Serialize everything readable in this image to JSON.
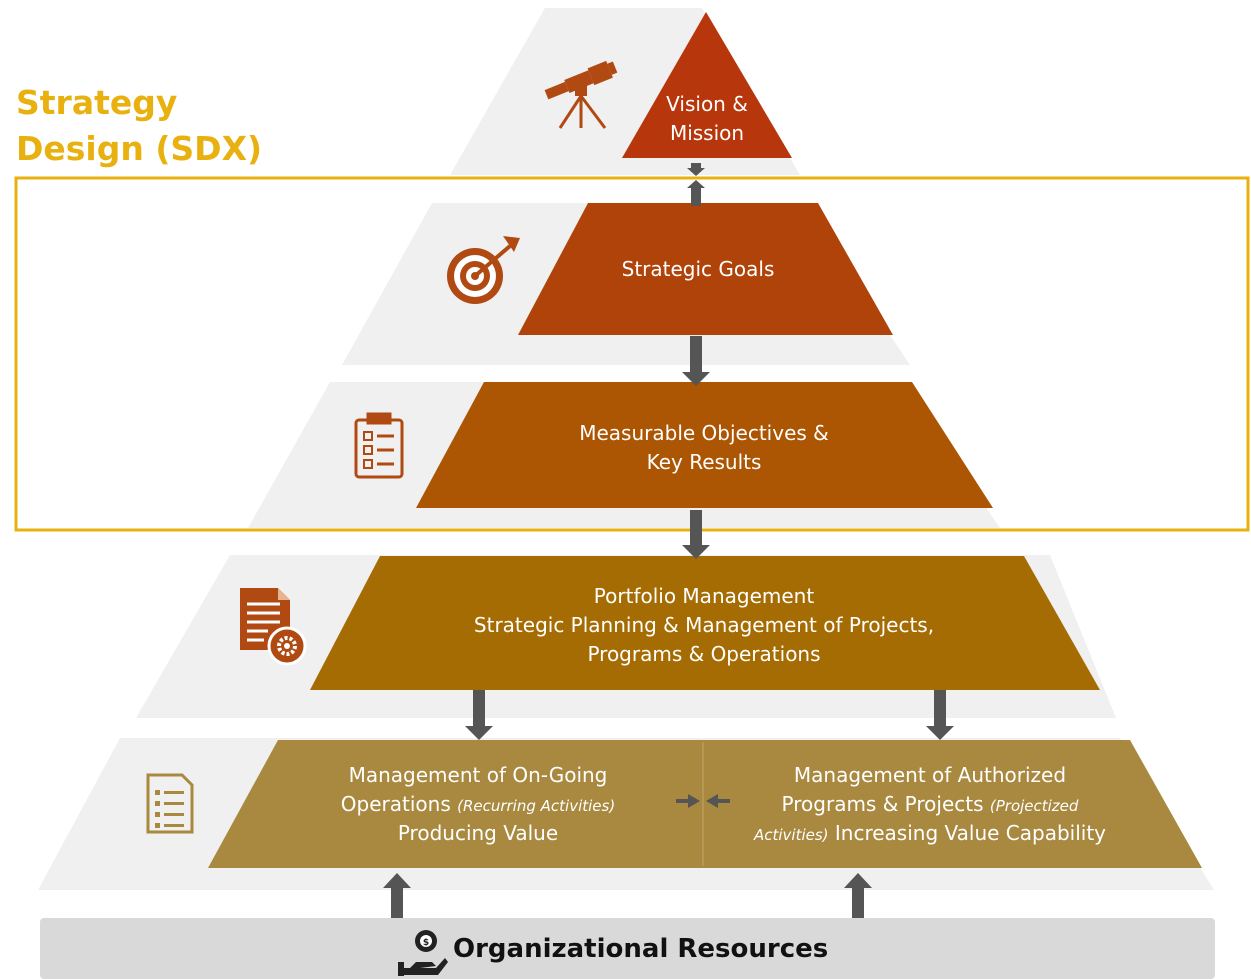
{
  "colors": {
    "sdx_accent": "#e8b10f",
    "tier1": "#b8360b",
    "tier2": "#b0430a",
    "tier3": "#ac5502",
    "tier4": "#a66c04",
    "tier5": "#a98940",
    "icon": "#b04a12",
    "arrow": "#555555",
    "background_pyramid": "#f0f0f0",
    "footer_bar": "#d9d9d9"
  },
  "sdx_label": {
    "line1": "Strategy",
    "line2": "Design (SDX)"
  },
  "tiers": {
    "vision": {
      "line1": "Vision &",
      "line2": "Mission",
      "icon": "telescope-icon"
    },
    "goals": {
      "line1": "Strategic Goals",
      "icon": "target-icon"
    },
    "objectives": {
      "line1": "Measurable Objectives &",
      "line2": "Key Results",
      "icon": "clipboard-checklist-icon"
    },
    "portfolio": {
      "line1": "Portfolio Management",
      "line2": "Strategic Planning & Management of Projects,",
      "line3": "Programs & Operations",
      "icon": "document-gear-icon"
    },
    "operations": {
      "left": {
        "line1": "Management of On-Going",
        "line2_main": "Operations ",
        "line2_italic": "(Recurring Activities)",
        "line3": "Producing Value"
      },
      "right": {
        "line1": "Management of Authorized",
        "line2_main": "Programs & Projects ",
        "line2_italic": "(Projectized",
        "line3_italic": "Activities)",
        "line3_main": " Increasing Value Capability"
      },
      "icon": "list-document-icon"
    }
  },
  "footer": {
    "label": "Organizational Resources",
    "icon": "hand-money-gear-icon"
  }
}
